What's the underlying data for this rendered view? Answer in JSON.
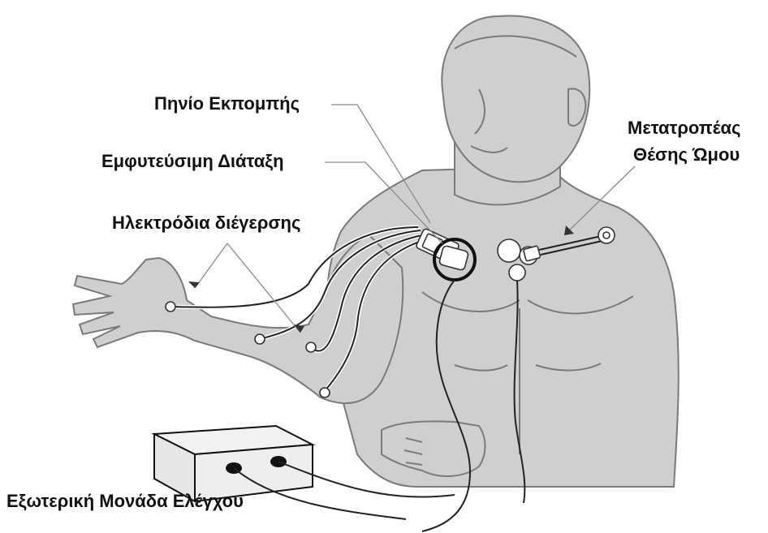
{
  "labels": {
    "transmitting_coil": "Πηνίο Εκπομπής",
    "implantable_device": "Εμφυτεύσιμη Διάταξη",
    "stimulation_electrodes": "Ηλεκτρόδια διέγερσης",
    "shoulder_transducer_line1": "Μετατροπέας",
    "shoulder_transducer_line2": "Θέσης Ώμου",
    "external_control_unit": "Εξωτερική Μονάδα Ελέγχου"
  },
  "colors": {
    "skin": "#cfcfcf",
    "outline": "#7a7a7a",
    "wire": "#222222",
    "electrode": "#ffffff",
    "text": "#111111"
  }
}
